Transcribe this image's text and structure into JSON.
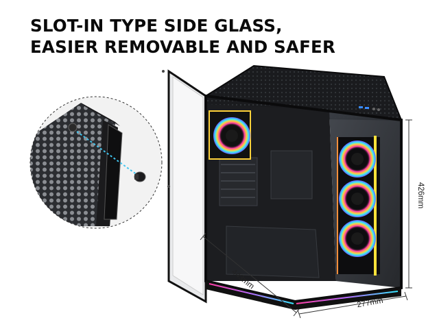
{
  "headline": {
    "line1": "SLOT-IN TYPE SIDE GLASS,",
    "line2": "EASIER REMOVABLE AND SAFER"
  },
  "dimensions": {
    "height": "426mm",
    "length": "443mm",
    "width": "277mm"
  },
  "colors": {
    "case_body": "#141416",
    "glass": "#2a2d33",
    "fan_glow": [
      "#ff3ea5",
      "#ffd23a",
      "#35e8ff",
      "#6a5cff"
    ],
    "rgb_strip": "#ffe23a"
  }
}
